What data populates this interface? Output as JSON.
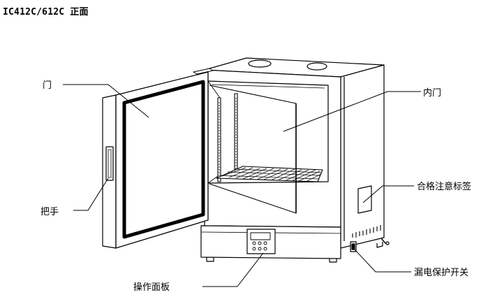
{
  "title": "IC412C/612C 正面",
  "labels": {
    "door": "门",
    "inner_door": "内门",
    "handle": "把手",
    "certification_label": "合格注意标签",
    "leakage_switch": "漏电保护开关",
    "control_panel": "操作面板"
  }
}
